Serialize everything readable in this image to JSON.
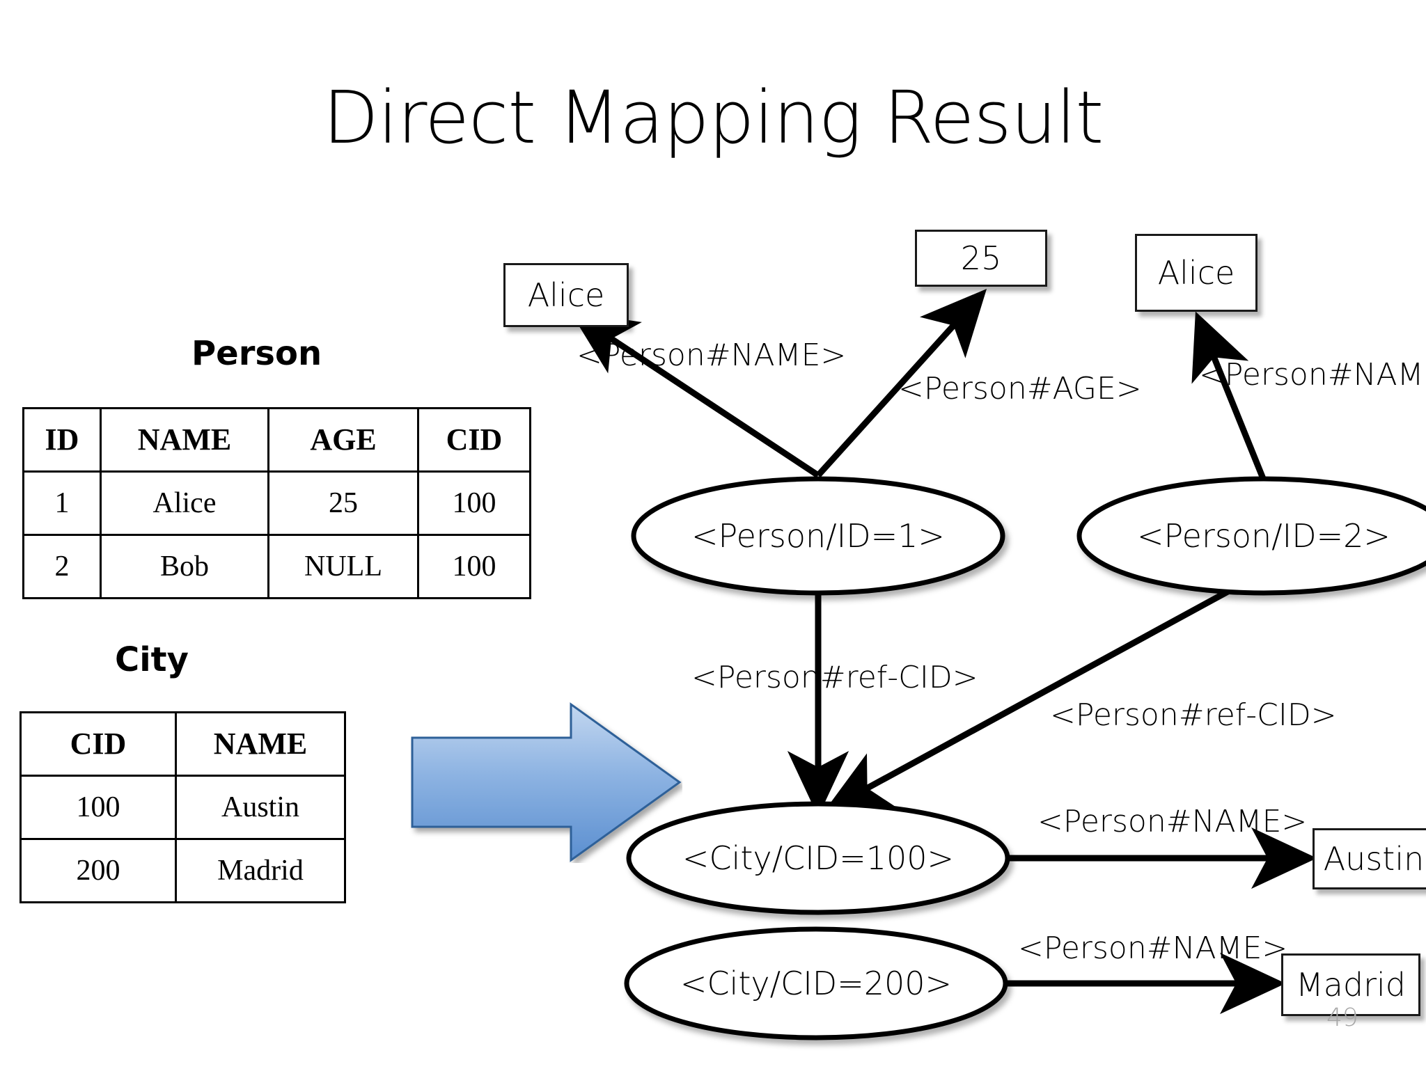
{
  "slide": {
    "title": "Direct Mapping Result",
    "page_number": "49",
    "background_color": "#ffffff"
  },
  "tables": [
    {
      "name": "person",
      "caption": "Person",
      "columns": [
        "ID",
        "NAME",
        "AGE",
        "CID"
      ],
      "rows": [
        [
          "1",
          "Alice",
          "25",
          "100"
        ],
        [
          "2",
          "Bob",
          "NULL",
          "100"
        ]
      ]
    },
    {
      "name": "city",
      "caption": "City",
      "columns": [
        "CID",
        "NAME"
      ],
      "rows": [
        [
          "100",
          "Austin"
        ],
        [
          "200",
          "Madrid"
        ]
      ]
    }
  ],
  "transform_arrow": {
    "icon": "right-block-arrow-icon",
    "fill_start": "#b4cdec",
    "fill_end": "#5b8fd0",
    "stroke": "#2d6098"
  },
  "graph": {
    "nodes": [
      {
        "id": "person1",
        "label": "<Person/ID=1>"
      },
      {
        "id": "person2",
        "label": "<Person/ID=2>"
      },
      {
        "id": "city100",
        "label": "<City/CID=100>"
      },
      {
        "id": "city200",
        "label": "<City/CID=200>"
      }
    ],
    "literals": [
      {
        "id": "alice1",
        "label": "Alice"
      },
      {
        "id": "age25",
        "label": "25"
      },
      {
        "id": "alice2",
        "label": "Alice"
      },
      {
        "id": "austin",
        "label": "Austin"
      },
      {
        "id": "madrid",
        "label": "Madrid"
      }
    ],
    "edges": [
      {
        "id": "e1",
        "from": "person1",
        "to": "alice1",
        "label": "<Person#NAME>"
      },
      {
        "id": "e2",
        "from": "person1",
        "to": "age25",
        "label": "<Person#AGE>"
      },
      {
        "id": "e3",
        "from": "person2",
        "to": "alice2",
        "label": "<Person#NAME>"
      },
      {
        "id": "e4",
        "from": "person1",
        "to": "city100",
        "label": "<Person#ref-CID>"
      },
      {
        "id": "e5",
        "from": "person2",
        "to": "city100",
        "label": "<Person#ref-CID>"
      },
      {
        "id": "e6",
        "from": "city100",
        "to": "austin",
        "label": "<Person#NAME>"
      },
      {
        "id": "e7",
        "from": "city200",
        "to": "madrid",
        "label": "<Person#NAME>"
      }
    ]
  }
}
